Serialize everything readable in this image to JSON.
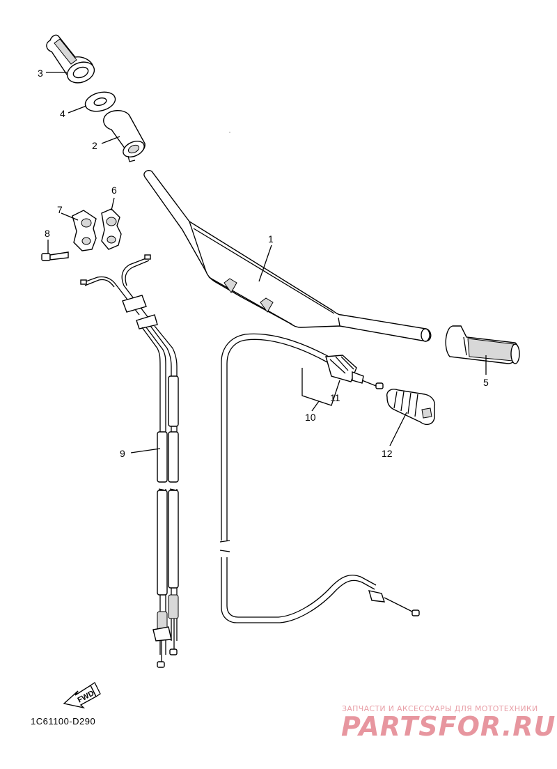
{
  "callouts": [
    {
      "num": "1"
    },
    {
      "num": "2"
    },
    {
      "num": "3"
    },
    {
      "num": "4"
    },
    {
      "num": "5"
    },
    {
      "num": "6"
    },
    {
      "num": "7"
    },
    {
      "num": "8"
    },
    {
      "num": "9"
    },
    {
      "num": "10"
    },
    {
      "num": "11"
    },
    {
      "num": "12"
    }
  ],
  "diagram_code": "1C61100-D290",
  "fwd_label": "FWD",
  "watermark": {
    "tagline": "ЗАПЧАСТИ И АКСЕССУАРЫ ДЛЯ МОТОТЕХНИКИ",
    "brand": "PARTSFOR.RU",
    "color": "#e7969f"
  }
}
